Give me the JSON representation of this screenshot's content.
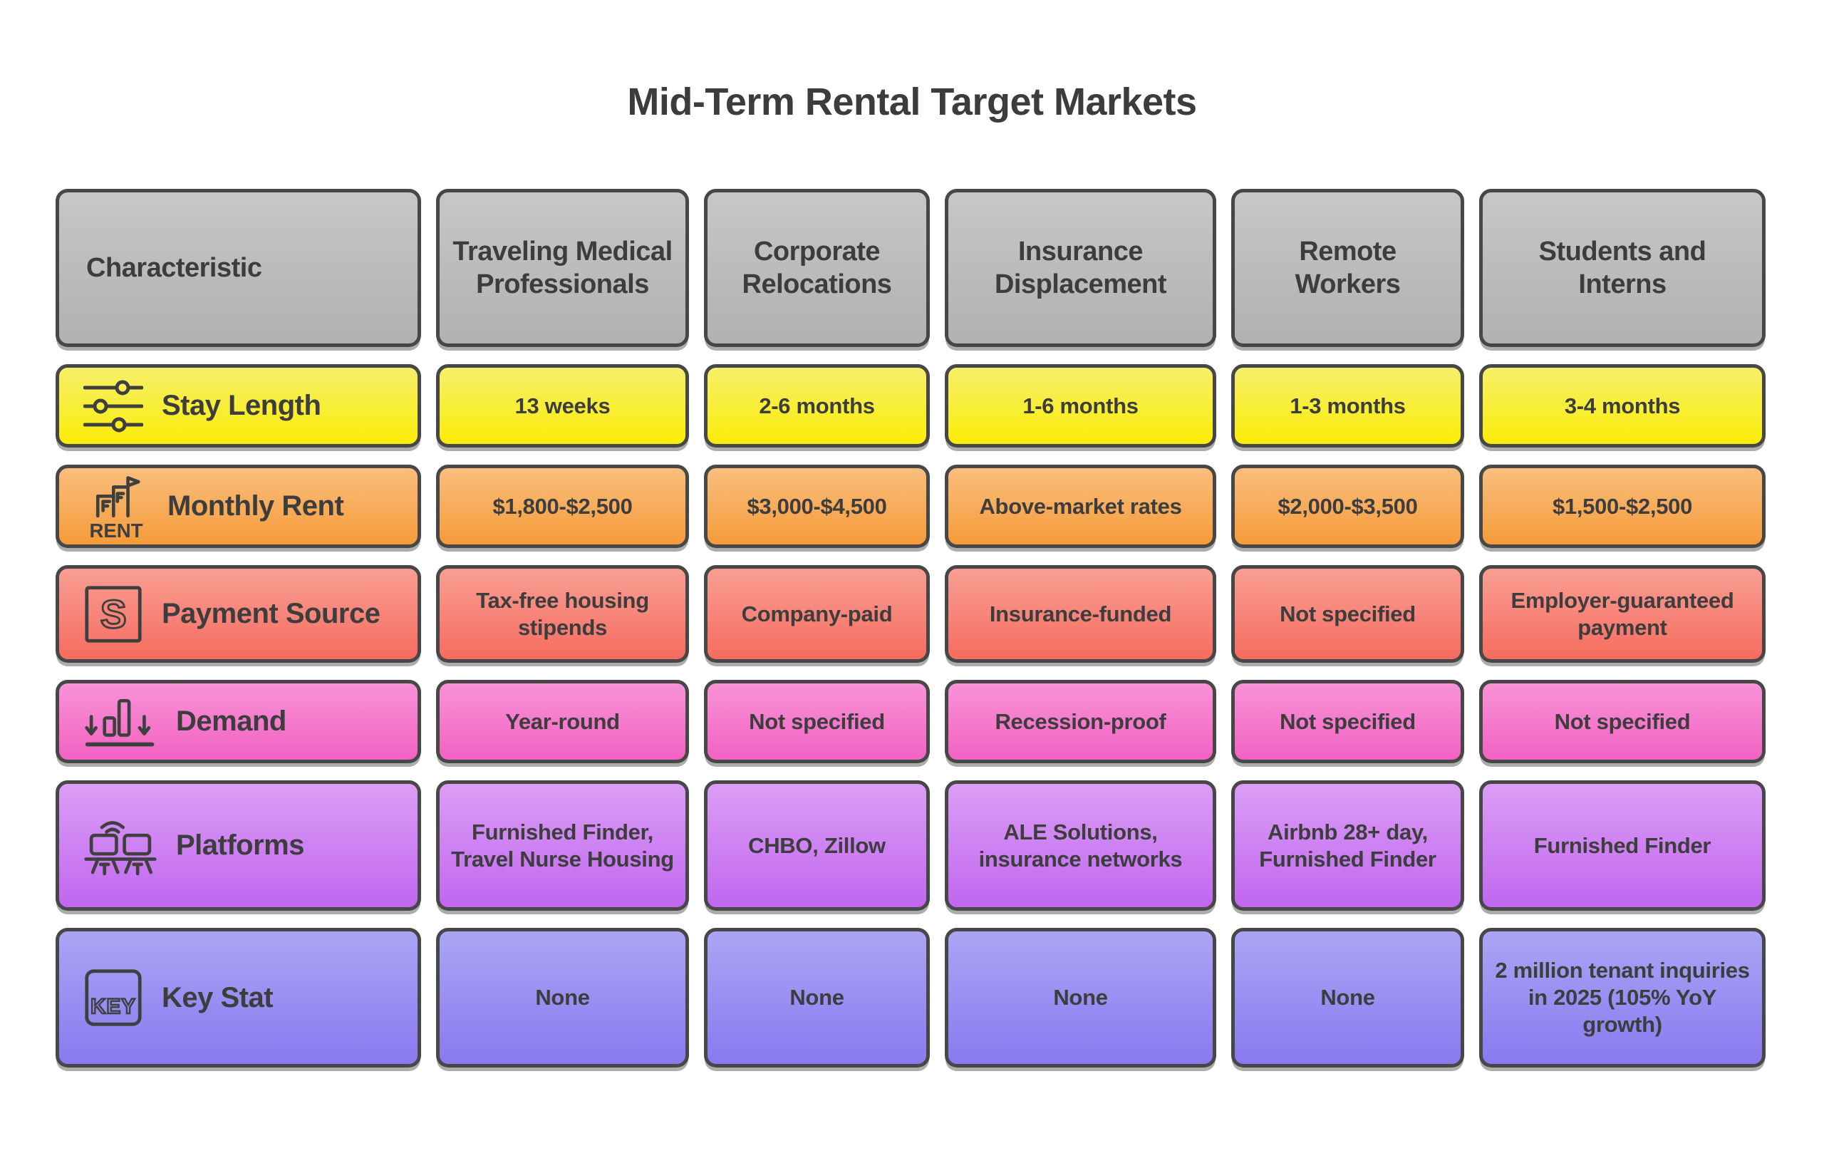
{
  "title": "Mid-Term Rental Target Markets",
  "table": {
    "header": {
      "characteristic_label": "Characteristic",
      "columns": [
        "Traveling Medical Professionals",
        "Corporate Relocations",
        "Insurance Displacement",
        "Remote Workers",
        "Students and Interns"
      ]
    },
    "rows": [
      {
        "label": "Stay Length",
        "icon": "sliders-icon",
        "values": [
          "13 weeks",
          "2-6 months",
          "1-6 months",
          "1-3 months",
          "3-4 months"
        ]
      },
      {
        "label": "Monthly Rent",
        "icon": "rent-building-icon",
        "values": [
          "$1,800-$2,500",
          "$3,000-$4,500",
          "Above-market rates",
          "$2,000-$3,500",
          "$1,500-$2,500"
        ]
      },
      {
        "label": "Payment Source",
        "icon": "s-square-icon",
        "values": [
          "Tax-free housing stipends",
          "Company-paid",
          "Insurance-funded",
          "Not specified",
          "Employer-guaranteed payment"
        ]
      },
      {
        "label": "Demand",
        "icon": "demand-bars-icon",
        "values": [
          "Year-round",
          "Not specified",
          "Recession-proof",
          "Not specified",
          "Not specified"
        ]
      },
      {
        "label": "Platforms",
        "icon": "dual-monitors-icon",
        "values": [
          "Furnished Finder, Travel Nurse Housing",
          "CHBO, Zillow",
          "ALE Solutions, insurance networks",
          "Airbnb 28+ day, Furnished Finder",
          "Furnished Finder"
        ]
      },
      {
        "label": "Key Stat",
        "icon": "key-square-icon",
        "values": [
          "None",
          "None",
          "None",
          "None",
          "2 million tenant inquiries in 2025 (105% YoY growth)"
        ]
      }
    ],
    "icon_text": {
      "rent": "RENT",
      "payment": "S",
      "key": "KEY"
    },
    "colors": {
      "header": {
        "top": "#c7c7c7",
        "bottom": "#b1b1b1"
      },
      "stay": {
        "top": "#f6ef6a",
        "bottom": "#faed07"
      },
      "rent": {
        "top": "#f9be7d",
        "bottom": "#f69b3a"
      },
      "payment": {
        "top": "#f99e94",
        "bottom": "#f66c5f"
      },
      "demand": {
        "top": "#f993d8",
        "bottom": "#f262c2"
      },
      "platforms": {
        "top": "#db9df5",
        "bottom": "#c167f0"
      },
      "keystat": {
        "top": "#aba5f4",
        "bottom": "#8979f0"
      },
      "border": "#474747",
      "text": "#3d3d3d"
    }
  }
}
